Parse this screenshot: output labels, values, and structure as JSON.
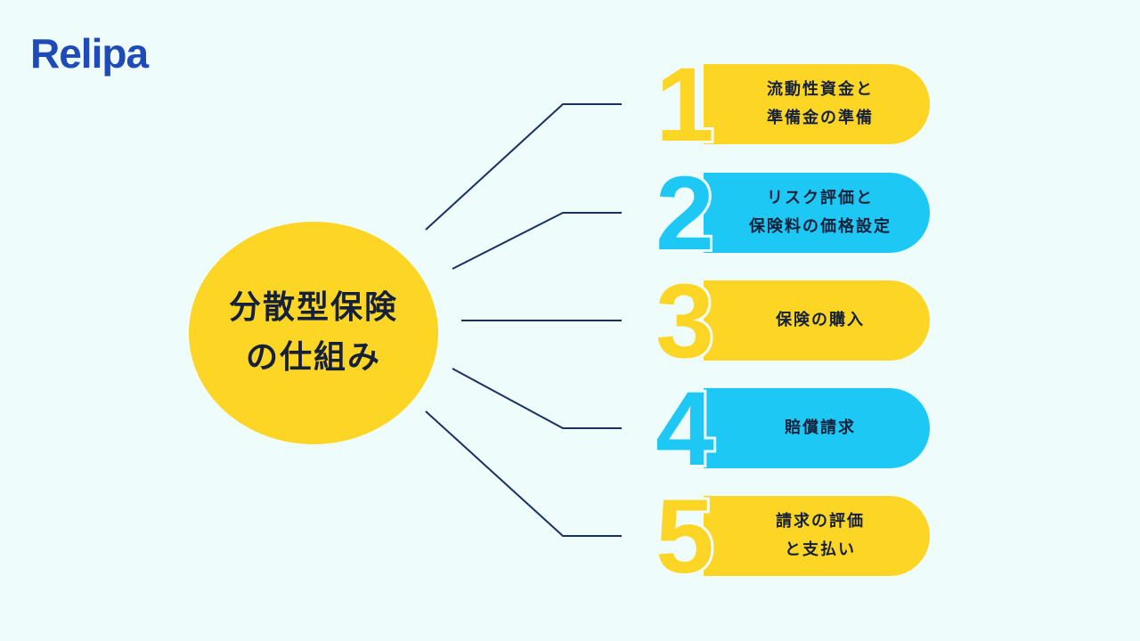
{
  "brand": {
    "logo_text": "Relipa"
  },
  "hub": {
    "line1": "分散型保険",
    "line2": "の仕組み"
  },
  "colors": {
    "background": "#effcfc",
    "yellow": "#fdd524",
    "blue": "#1ec8f5",
    "text": "#15213a",
    "connector": "#1b2f63",
    "logo": "#1e4bb8"
  },
  "steps": [
    {
      "number": "1",
      "line1": "流動性資金と",
      "line2": "準備金の準備",
      "color": "yellow"
    },
    {
      "number": "2",
      "line1": "リスク評価と",
      "line2": "保険料の価格設定",
      "color": "blue"
    },
    {
      "number": "3",
      "line1": "保険の購入",
      "line2": "",
      "color": "yellow"
    },
    {
      "number": "4",
      "line1": "賠償請求",
      "line2": "",
      "color": "blue"
    },
    {
      "number": "5",
      "line1": "請求の評価",
      "line2": "と支払い",
      "color": "yellow"
    }
  ]
}
